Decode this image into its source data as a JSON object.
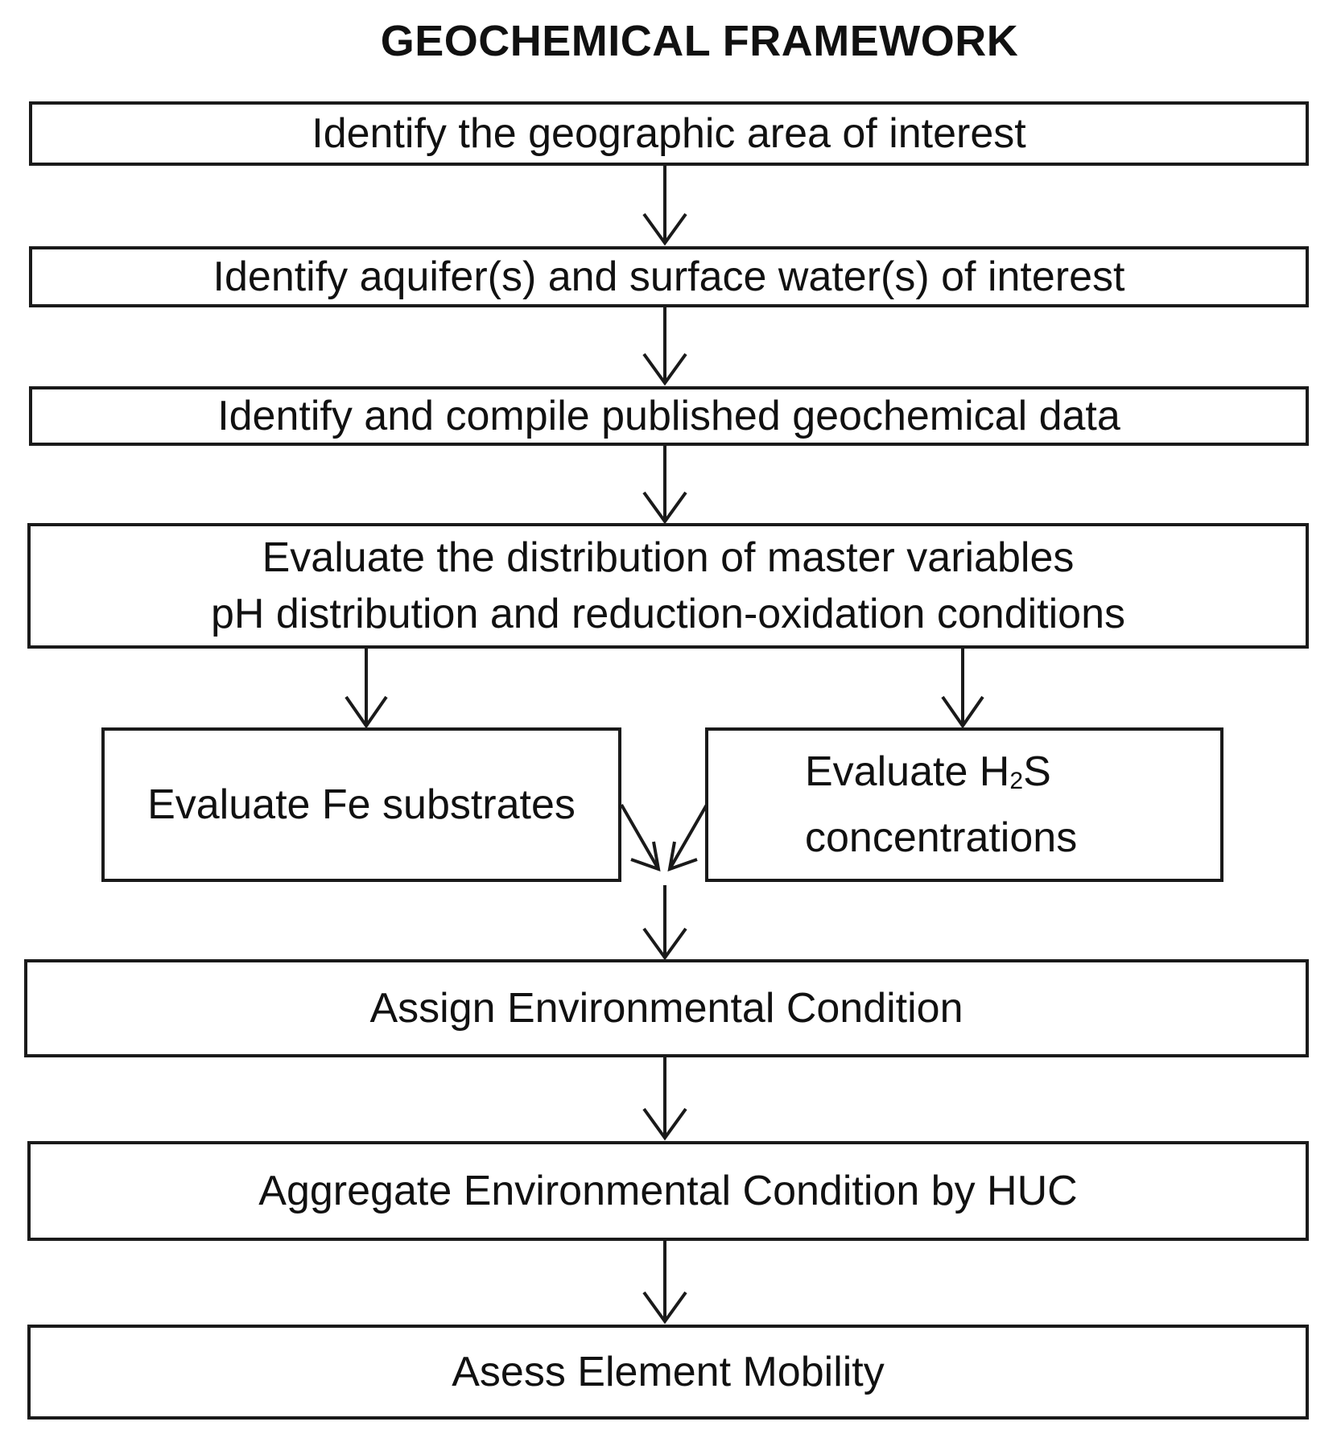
{
  "title": "GEOCHEMICAL FRAMEWORK",
  "steps": {
    "identify_area": "Identify the geographic area of interest",
    "identify_aquifers": "Identify aquifer(s) and surface water(s) of interest",
    "compile_data": "Identify and compile published geochemical data",
    "master_variables_line1": "Evaluate the distribution of master variables",
    "master_variables_line2": "pH distribution and reduction-oxidation conditions",
    "fe_substrates": "Evaluate Fe substrates",
    "h2s_line1_prefix": "Evaluate H",
    "h2s_line1_subscript": "2",
    "h2s_line1_suffix": "S",
    "h2s_line2": "concentrations",
    "assign_condition": "Assign Environmental Condition",
    "aggregate_condition": "Aggregate Environmental Condition by HUC",
    "assess_mobility": "Asess Element Mobility"
  }
}
